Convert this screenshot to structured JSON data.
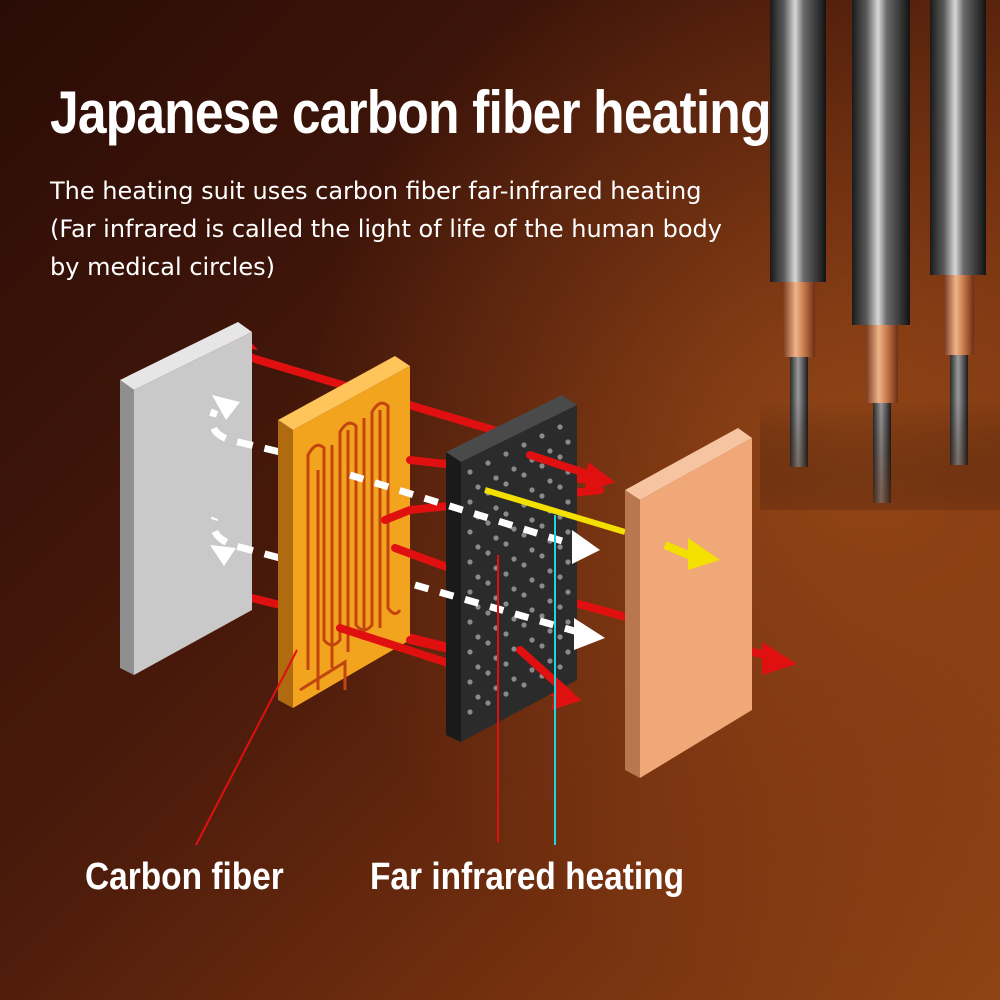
{
  "headline": "Japanese carbon fiber heating",
  "description": {
    "line1": "The heating suit uses carbon fiber far-infrared heating",
    "line2": "(Far infrared is called the light of life of the human body",
    "line3": "by medical circles)"
  },
  "labels": {
    "carbon_fiber": "Carbon fiber",
    "far_infrared": "Far infrared heating"
  },
  "colors": {
    "background_dark": "#2a0c06",
    "background_warm": "#8a3d12",
    "arrow_red": "#e01010",
    "panel_gray": "#c9c9c9",
    "panel_orange": "#f2a41e",
    "panel_black": "#2b2b2b",
    "panel_skin": "#f0a878",
    "ray_yellow": "#f4e000",
    "copper": "#c97a4a"
  },
  "icons": [
    "heating-wire-icon",
    "far-infrared-ray-icon",
    "heat-arrow-icon"
  ]
}
